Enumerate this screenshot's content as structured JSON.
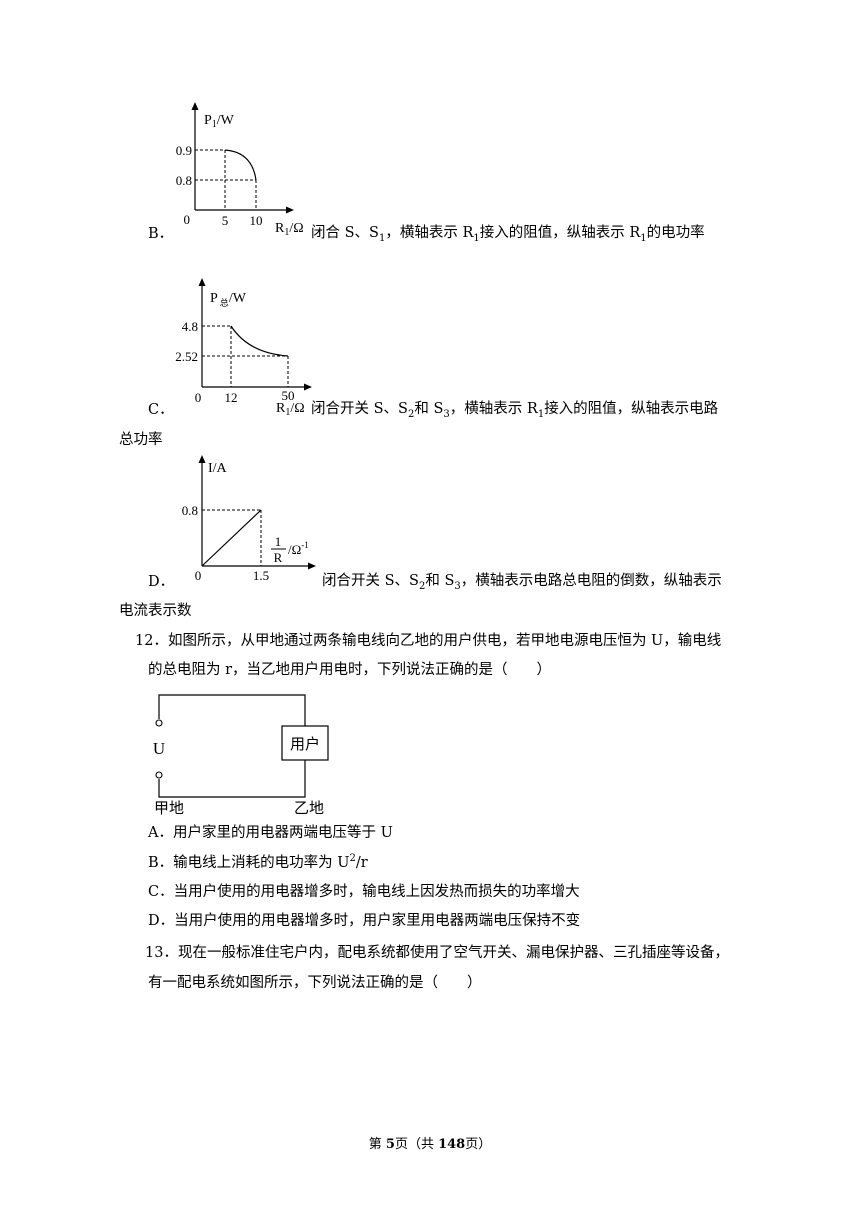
{
  "graph_b": {
    "ylabel_main": "P",
    "ylabel_sub": "1",
    "ylabel_unit": "/W",
    "y_ticks": [
      "0.9",
      "0.8"
    ],
    "x_ticks": [
      "5",
      "10"
    ],
    "origin": "0",
    "xlabel_main": "R",
    "xlabel_sub": "1",
    "xlabel_unit": "/Ω"
  },
  "graph_c": {
    "ylabel_main": "P",
    "ylabel_sub": "总",
    "ylabel_unit": "/W",
    "y_ticks": [
      "4.8",
      "2.52"
    ],
    "x_ticks": [
      "12",
      "50"
    ],
    "origin": "0",
    "xlabel_main": "R",
    "xlabel_sub": "1",
    "xlabel_unit": "/Ω"
  },
  "graph_d": {
    "ylabel": "I/A",
    "y_ticks": [
      "0.8"
    ],
    "x_ticks": [
      "1.5"
    ],
    "origin": "0",
    "x_frac_num": "1",
    "x_frac_den": "R",
    "x_unit": "/Ω",
    "x_unit_sup": "-1"
  },
  "options_11": {
    "b": {
      "letter": "B．",
      "p1": "闭合 S、S",
      "s1": "1",
      "p2": "，横轴表示 R",
      "s2": "1",
      "p3": "接入的阻值，纵轴表示 R",
      "s3": "1",
      "p4": "的电功率"
    },
    "c": {
      "letter": "C．",
      "p1": "闭合开关 S、S",
      "s1": "2",
      "p2": "和 S",
      "s2": "3",
      "p3": "，横轴表示 R",
      "s3": "1",
      "p4": "接入的阻值，纵轴表示电路",
      "line2": "总功率"
    },
    "d": {
      "letter": "D．",
      "p1": "闭合开关 S、S",
      "s1": "2",
      "p2": "和 S",
      "s2": "3",
      "p3": "，横轴表示电路总电阻的倒数，纵轴表示",
      "line2": "电流表示数"
    }
  },
  "q12": {
    "line1": "12．如图所示，从甲地通过两条输电线向乙地的用户供电，若甲地电源电压恒为 U，输电线",
    "line2": "的总电阻为 r，当乙地用户用电时，下列说法正确的是（　　）",
    "circuit": {
      "source": "U",
      "user": "用户",
      "left_label": "甲地",
      "right_label": "乙地"
    },
    "options": {
      "a": "A．用户家里的用电器两端电压等于  U",
      "b_pre": "B．输电线上消耗的电功率为  U",
      "b_sup": "2",
      "b_post": "/r",
      "c": "C．当用户使用的用电器增多时，输电线上因发热而损失的功率增大",
      "d": "D．当用户使用的用电器增多时，用户家里用电器两端电压保持不变"
    }
  },
  "q13": {
    "line1": "13．现在一般标准住宅户内，配电系统都使用了空气开关、漏电保护器、三孔插座等设备，",
    "line2": "有一配电系统如图所示，下列说法正确的是（　　）"
  },
  "footer": {
    "pre": "第 ",
    "page": "5",
    "mid": "页（共 ",
    "total": "148",
    "post": "页）"
  }
}
